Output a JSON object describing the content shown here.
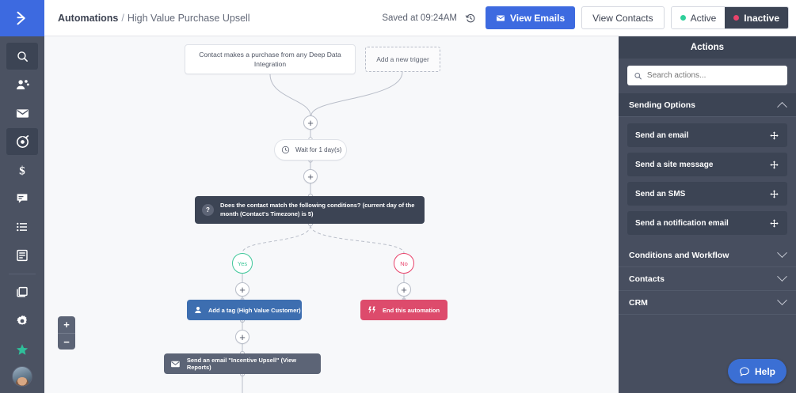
{
  "app": {
    "logo_icon": "double-chevron-right-icon"
  },
  "sidebar": {
    "items": [
      {
        "icon": "search-icon",
        "name": "search",
        "active": true
      },
      {
        "icon": "contacts-icon",
        "name": "contacts",
        "active": false
      },
      {
        "icon": "envelope-icon",
        "name": "campaigns",
        "active": false
      },
      {
        "icon": "automations-icon",
        "name": "automations",
        "active": true
      },
      {
        "icon": "dollar-icon",
        "name": "deals",
        "active": false
      },
      {
        "icon": "chat-icon",
        "name": "conversations",
        "active": false
      },
      {
        "icon": "list-icon",
        "name": "lists",
        "active": false
      },
      {
        "icon": "forms-icon",
        "name": "forms",
        "active": false
      },
      {
        "icon": "pages-icon",
        "name": "pages",
        "active": false
      },
      {
        "icon": "gear-icon",
        "name": "settings",
        "active": false
      },
      {
        "icon": "star-icon",
        "name": "favorites",
        "active": false
      }
    ],
    "avatar_name": "user-avatar"
  },
  "header": {
    "breadcrumb_root": "Automations",
    "breadcrumb_sep": "/",
    "breadcrumb_current": "High Value Purchase Upsell",
    "saved_text": "Saved at 09:24AM",
    "history_icon": "history-clock-icon",
    "view_emails_label": "View Emails",
    "view_emails_icon": "envelope-icon",
    "view_contacts_label": "View Contacts",
    "status_active_label": "Active",
    "status_inactive_label": "Inactive",
    "status_selected": "Inactive",
    "active_dot_color": "#2fcf9a",
    "inactive_dot_color": "#e8436b",
    "primary_color": "#3d6ae0"
  },
  "canvas": {
    "trigger_text": "Contact makes a purchase from any Deep Data Integration",
    "add_trigger_label": "Add a new trigger",
    "wait_label": "Wait for 1 day(s)",
    "wait_icon": "clock-icon",
    "condition_icon": "question-mark-icon",
    "condition_text": "Does the contact match the following conditions? (current day of the month (Contact's Timezone) is 5)",
    "branch_yes_label": "Yes",
    "branch_no_label": "No",
    "tag_label": "Add a tag (High Value Customer)",
    "tag_icon": "person-icon",
    "end_label": "End this automation",
    "end_icon": "end-flag-icon",
    "email_label": "Send an email \"Incentive Upsell\" (View Reports)",
    "email_icon": "envelope-icon",
    "plus_label": "+",
    "zoom_in_label": "+",
    "zoom_out_label": "−",
    "colors": {
      "tag_node": "#3d6eb0",
      "end_node": "#dd4b6c",
      "email_node": "#5c6476",
      "condition_node": "#3c4454",
      "yes": "#3fc79a",
      "no": "#e8436b",
      "canvas_bg": "#f7f8fa"
    }
  },
  "panel": {
    "title": "Actions",
    "search_placeholder": "Search actions...",
    "search_value": "",
    "search_icon": "search-icon",
    "groups": [
      {
        "label": "Sending Options",
        "expanded": true
      },
      {
        "label": "Conditions and Workflow",
        "expanded": false
      },
      {
        "label": "Contacts",
        "expanded": false
      },
      {
        "label": "CRM",
        "expanded": false
      }
    ],
    "actions": [
      {
        "label": "Send an email",
        "icon": "drag-move-icon"
      },
      {
        "label": "Send a site message",
        "icon": "drag-move-icon"
      },
      {
        "label": "Send an SMS",
        "icon": "drag-move-icon"
      },
      {
        "label": "Send a notification email",
        "icon": "drag-move-icon"
      }
    ],
    "help_label": "Help",
    "help_icon": "chat-bubble-icon"
  }
}
